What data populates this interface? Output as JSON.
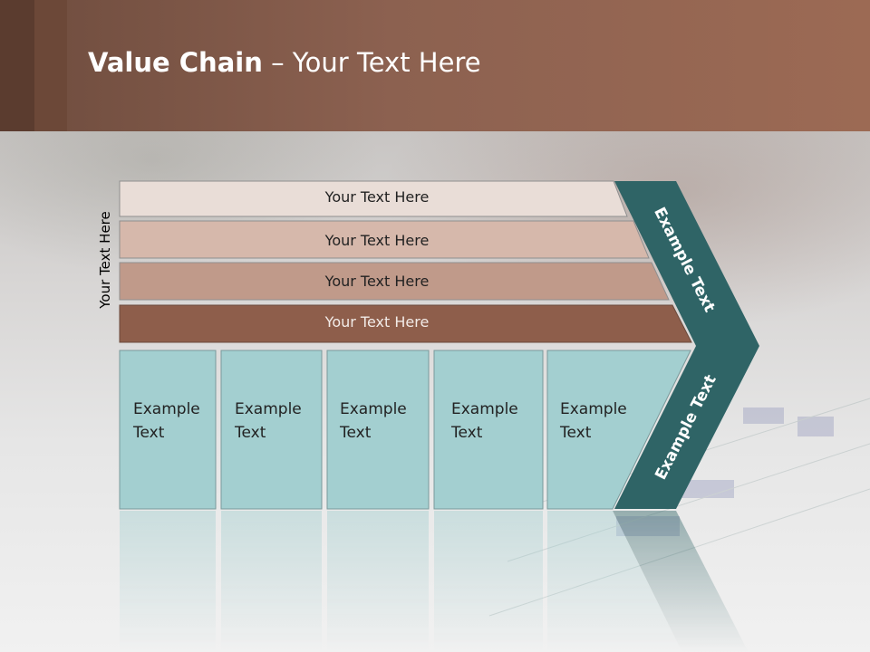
{
  "slide": {
    "title_bold": "Value Chain",
    "title_rest": " – Your Text Here",
    "vertical_label": "Your Text Here"
  },
  "support_rows": [
    {
      "label": "Your Text Here",
      "color": "#e9ddd7"
    },
    {
      "label": "Your Text Here",
      "color": "#d6b8ab"
    },
    {
      "label": "Your Text Here",
      "color": "#c09a8a"
    },
    {
      "label": "Your Text Here",
      "color": "#8e5e4b"
    }
  ],
  "primary_activities": [
    {
      "label_line1": "Example",
      "label_line2": "Text"
    },
    {
      "label_line1": "Example",
      "label_line2": "Text"
    },
    {
      "label_line1": "Example",
      "label_line2": "Text"
    },
    {
      "label_line1": "Example",
      "label_line2": "Text"
    },
    {
      "label_line1": "Example",
      "label_line2": "Text"
    }
  ],
  "margin": {
    "upper_label": "Example Text",
    "lower_label": "Example Text",
    "color": "#2f6466"
  },
  "colors": {
    "primary_fill": "#a3cfd0",
    "header_brown": "#8c6150"
  }
}
